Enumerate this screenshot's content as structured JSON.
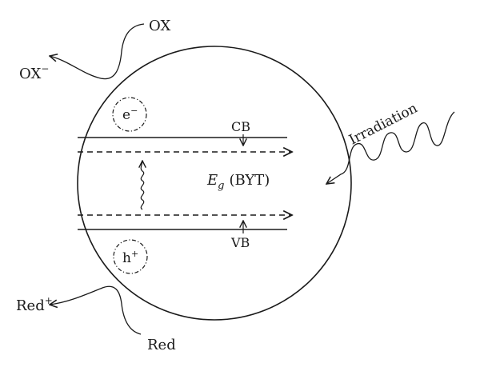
{
  "labels": {
    "ox": "OX",
    "ox_minus_base": "OX",
    "ox_minus_sup": "−",
    "red": "Red",
    "red_plus_base": "Red",
    "red_plus_sup": "+",
    "electron_base": "e",
    "electron_sup": "−",
    "hole_base": "h",
    "hole_sup": "+",
    "cb": "CB",
    "vb": "VB",
    "eg_symbol": "E",
    "eg_sub": "g",
    "eg_material": "(BYT)",
    "irradiation": "Irradiation"
  },
  "colors": {
    "ink": "#1a1a1a",
    "background": "#ffffff"
  }
}
